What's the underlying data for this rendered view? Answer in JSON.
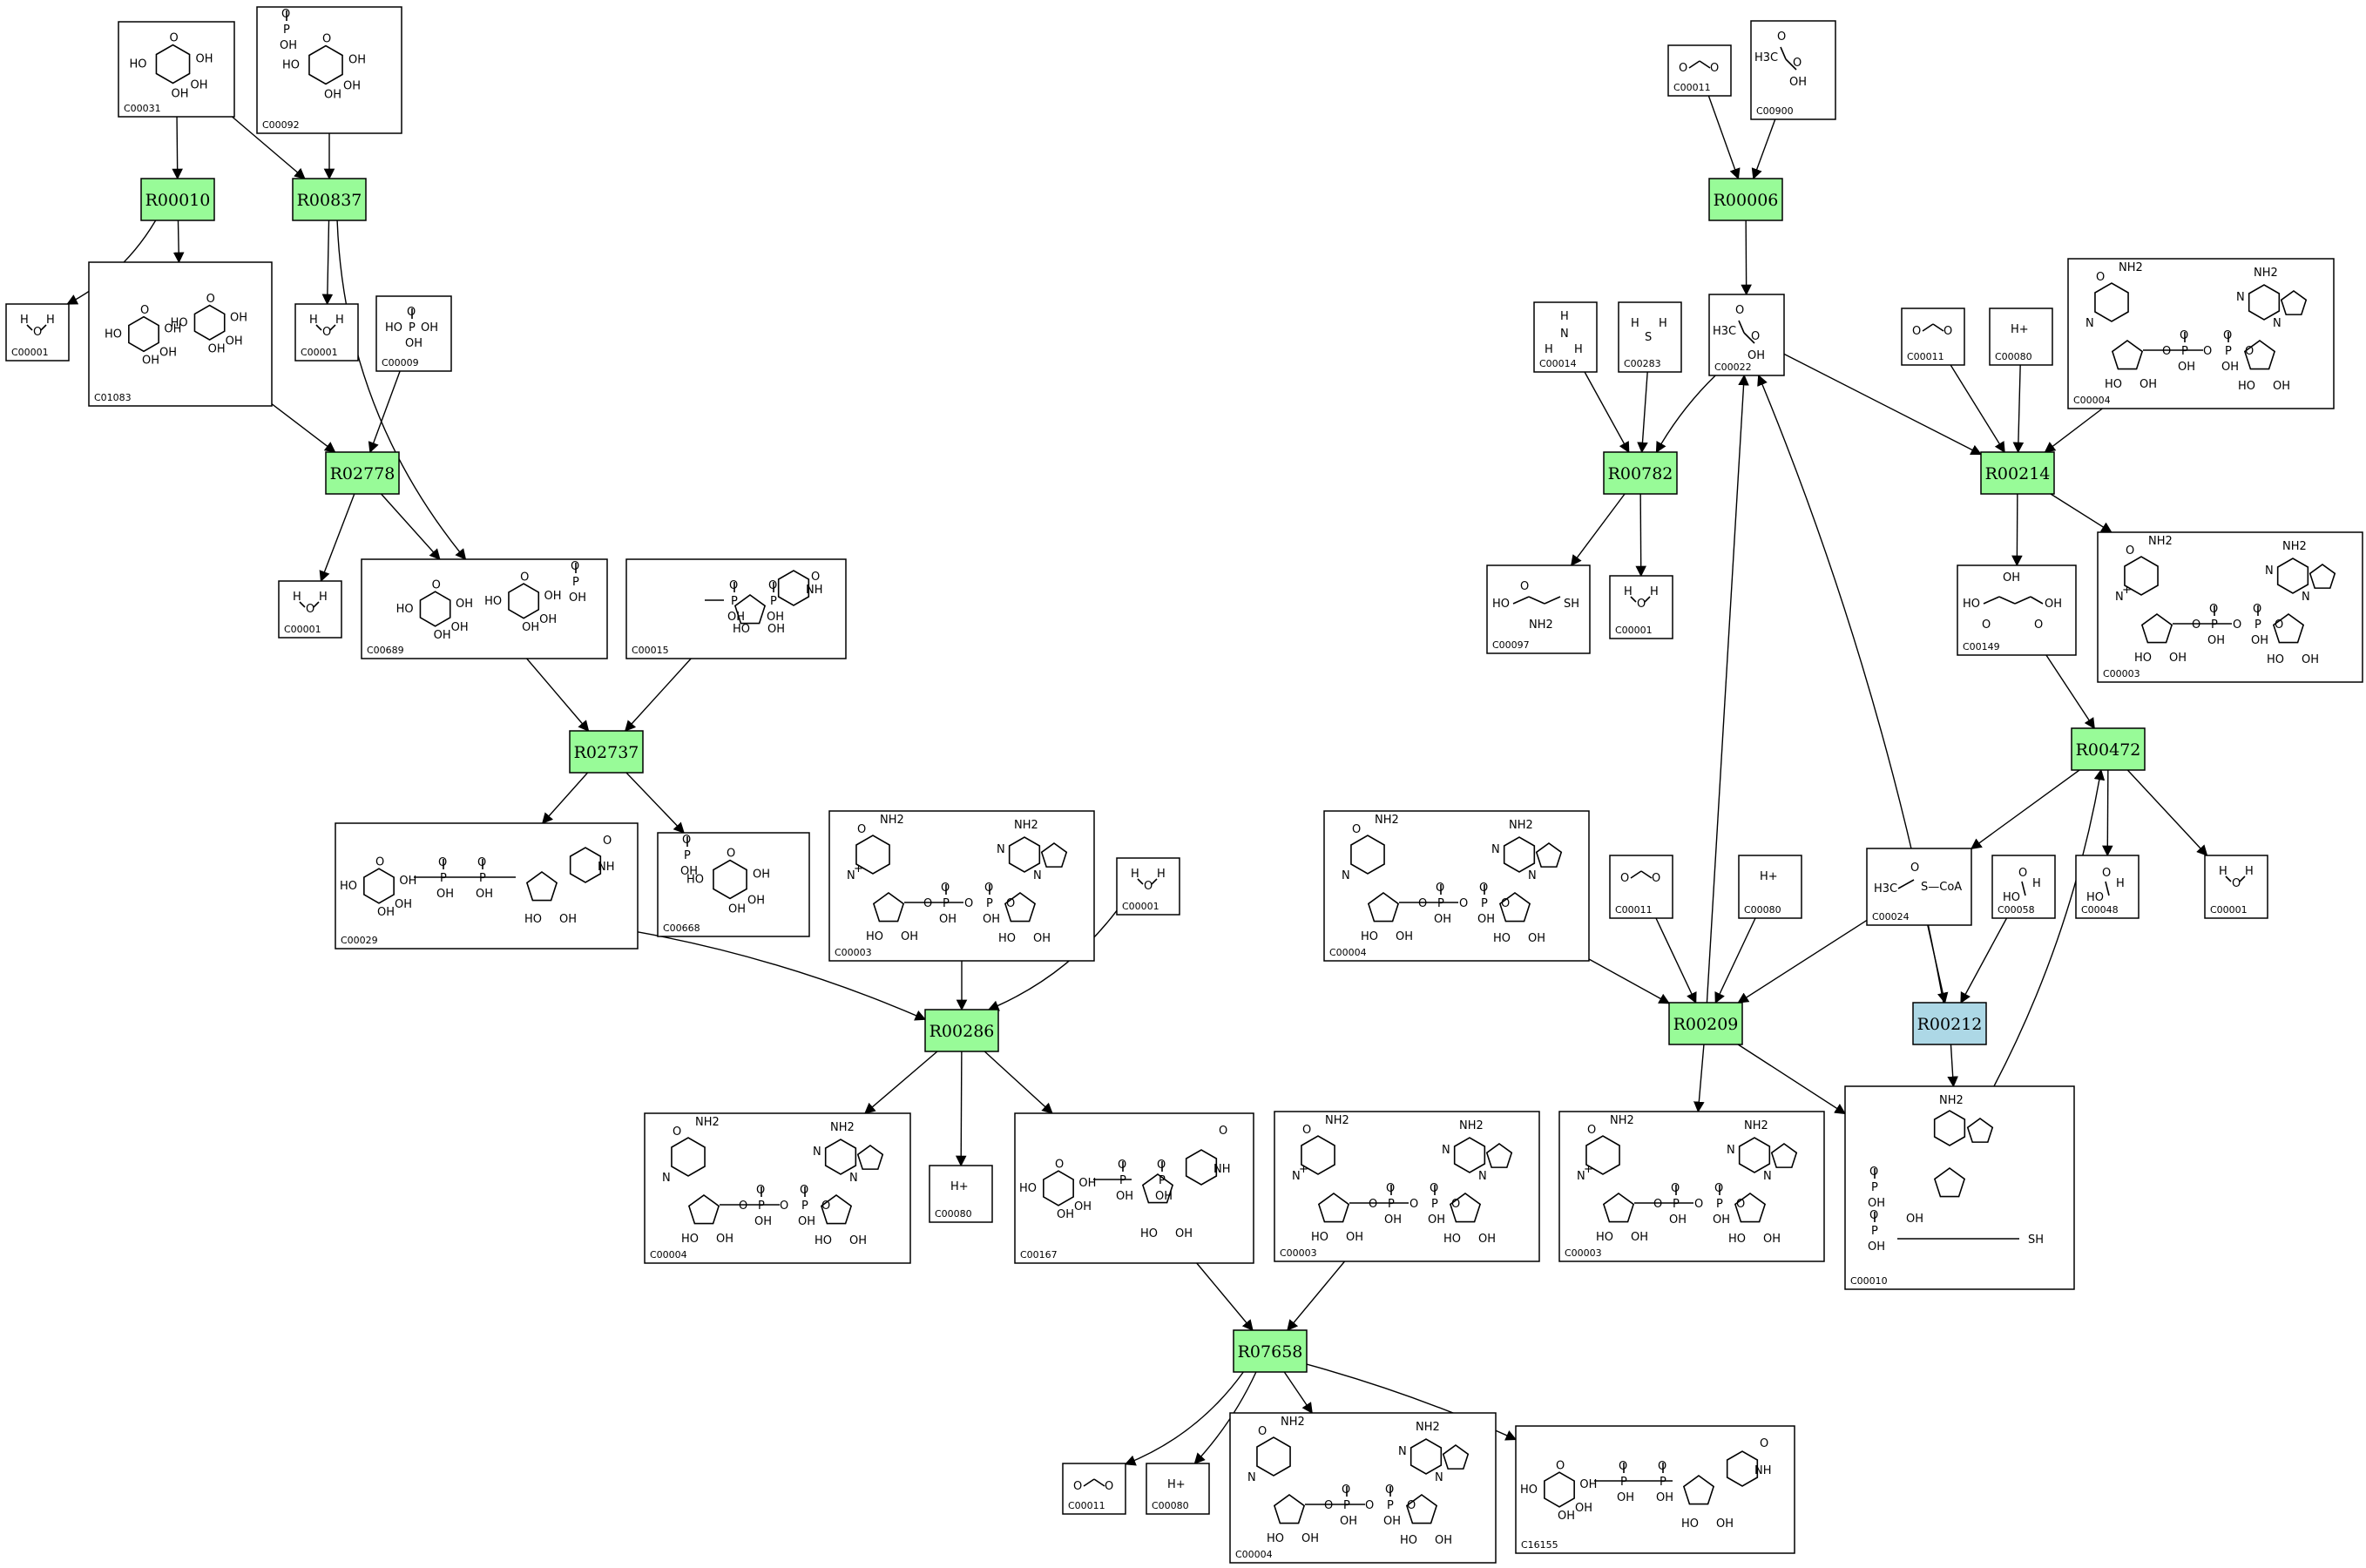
{
  "colors": {
    "reaction_default": "#98fb98",
    "reaction_highlight": "#add8e6",
    "box_border": "#000000",
    "background": "#ffffff"
  },
  "reactions": [
    {
      "id": "r10",
      "label": "R00010",
      "highlight": false
    },
    {
      "id": "r837",
      "label": "R00837",
      "highlight": false
    },
    {
      "id": "r2778",
      "label": "R02778",
      "highlight": false
    },
    {
      "id": "r2737",
      "label": "R02737",
      "highlight": false
    },
    {
      "id": "r286",
      "label": "R00286",
      "highlight": false
    },
    {
      "id": "r7658",
      "label": "R07658",
      "highlight": false
    },
    {
      "id": "r6",
      "label": "R00006",
      "highlight": false
    },
    {
      "id": "r782",
      "label": "R00782",
      "highlight": false
    },
    {
      "id": "r214",
      "label": "R00214",
      "highlight": false
    },
    {
      "id": "r472",
      "label": "R00472",
      "highlight": false
    },
    {
      "id": "r209",
      "label": "R00209",
      "highlight": false
    },
    {
      "id": "r212",
      "label": "R00212",
      "highlight": true
    }
  ],
  "compounds": [
    {
      "id": "c31",
      "label": "C00031",
      "kind": "sugar"
    },
    {
      "id": "c92",
      "label": "C00092",
      "kind": "sugar-p"
    },
    {
      "id": "w1",
      "label": "C00001",
      "kind": "water"
    },
    {
      "id": "c1083",
      "label": "C01083",
      "kind": "disaccharide"
    },
    {
      "id": "w2",
      "label": "C00001",
      "kind": "water"
    },
    {
      "id": "c9",
      "label": "C00009",
      "kind": "phosphate"
    },
    {
      "id": "w3",
      "label": "C00001",
      "kind": "water"
    },
    {
      "id": "c689",
      "label": "C00689",
      "kind": "disaccharide-p"
    },
    {
      "id": "c15",
      "label": "C00015",
      "kind": "udp"
    },
    {
      "id": "c29",
      "label": "C00029",
      "kind": "udp-sugar"
    },
    {
      "id": "c668",
      "label": "C00668",
      "kind": "sugar-p"
    },
    {
      "id": "c3a",
      "label": "C00003",
      "kind": "nad"
    },
    {
      "id": "w4",
      "label": "C00001",
      "kind": "water"
    },
    {
      "id": "c4a",
      "label": "C00004",
      "kind": "nadh"
    },
    {
      "id": "h1",
      "label": "C00080",
      "kind": "proton"
    },
    {
      "id": "c167",
      "label": "C00167",
      "kind": "udp-acid"
    },
    {
      "id": "c3b",
      "label": "C00003",
      "kind": "nad"
    },
    {
      "id": "c11a",
      "label": "C00011",
      "kind": "co2"
    },
    {
      "id": "h2",
      "label": "C00080",
      "kind": "proton"
    },
    {
      "id": "c4b",
      "label": "C00004",
      "kind": "nadh"
    },
    {
      "id": "c16155",
      "label": "C16155",
      "kind": "udp-keto"
    },
    {
      "id": "c11b",
      "label": "C00011",
      "kind": "co2"
    },
    {
      "id": "c900",
      "label": "C00900",
      "kind": "small-acid"
    },
    {
      "id": "c14",
      "label": "C00014",
      "kind": "ammonia"
    },
    {
      "id": "c283",
      "label": "C00283",
      "kind": "h2s"
    },
    {
      "id": "c22",
      "label": "C00022",
      "kind": "pyruvate"
    },
    {
      "id": "c11c",
      "label": "C00011",
      "kind": "co2"
    },
    {
      "id": "h3",
      "label": "C00080",
      "kind": "proton"
    },
    {
      "id": "c4c",
      "label": "C00004",
      "kind": "nadh"
    },
    {
      "id": "c97",
      "label": "C00097",
      "kind": "cysteine"
    },
    {
      "id": "w5",
      "label": "C00001",
      "kind": "water"
    },
    {
      "id": "c149",
      "label": "C00149",
      "kind": "malate"
    },
    {
      "id": "c3c",
      "label": "C00003",
      "kind": "nad"
    },
    {
      "id": "c4d",
      "label": "C00004",
      "kind": "nadh"
    },
    {
      "id": "c11d",
      "label": "C00011",
      "kind": "co2"
    },
    {
      "id": "h4",
      "label": "C00080",
      "kind": "proton"
    },
    {
      "id": "c24",
      "label": "C00024",
      "kind": "acetyl-coa"
    },
    {
      "id": "c58",
      "label": "C00058",
      "kind": "formate"
    },
    {
      "id": "c48",
      "label": "C00048",
      "kind": "glyoxylate"
    },
    {
      "id": "w6",
      "label": "C00001",
      "kind": "water"
    },
    {
      "id": "c3d",
      "label": "C00003",
      "kind": "nad"
    },
    {
      "id": "c10",
      "label": "C00010",
      "kind": "coa"
    }
  ],
  "atom_labels": {
    "oh": "OH",
    "ho": "HO",
    "o": "O",
    "p": "P",
    "h": "H",
    "n": "N",
    "nh2": "NH2",
    "nh": "NH",
    "sh": "SH",
    "hplus": "H+",
    "scoa": "S—CoA",
    "h3c": "H3C"
  }
}
